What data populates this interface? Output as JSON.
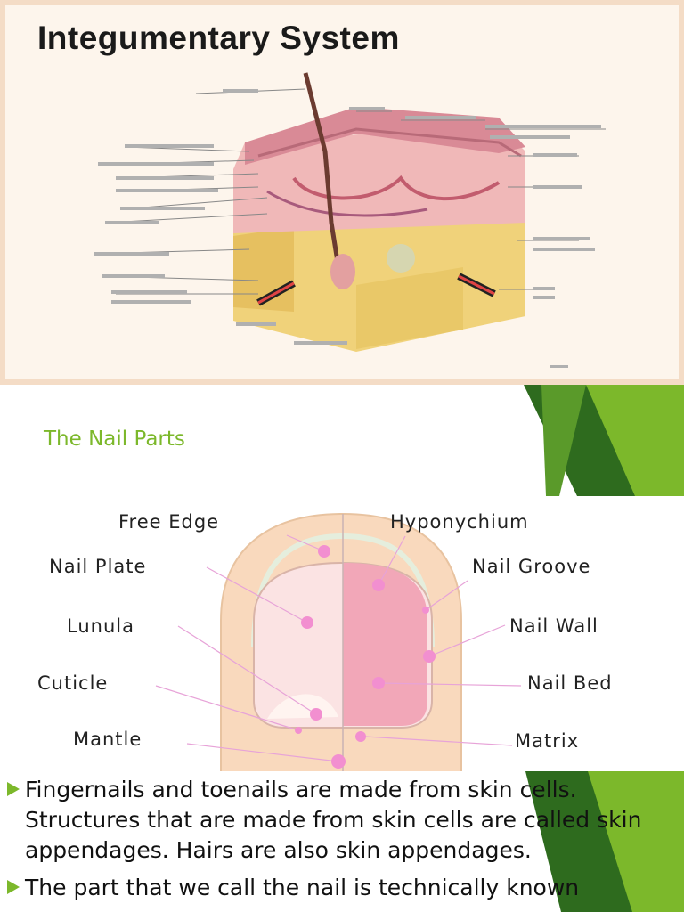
{
  "slide1": {
    "title": "Integumentary System"
  },
  "slide2": {
    "title": "The Nail Parts",
    "labels": {
      "free_edge": "Free Edge",
      "hyponychium": "Hyponychium",
      "nail_plate": "Nail Plate",
      "nail_groove": "Nail Groove",
      "lunula": "Lunula",
      "nail_wall": "Nail Wall",
      "cuticle": "Cuticle",
      "nail_bed": "Nail Bed",
      "mantle": "Mantle",
      "matrix": "Matrix"
    },
    "bullets": [
      "Fingernails and toenails are made from skin cells. Structures that are made from skin cells are called skin appendages. Hairs are also skin appendages.",
      "The part that we call the nail is technically known"
    ]
  },
  "colors": {
    "accent_green": "#7cb82b",
    "dark_green": "#2e6b1e",
    "skin_pink": "#e9a9b0",
    "nail_pink": "#f2a7b8",
    "marker_pink": "#f28fd0"
  }
}
